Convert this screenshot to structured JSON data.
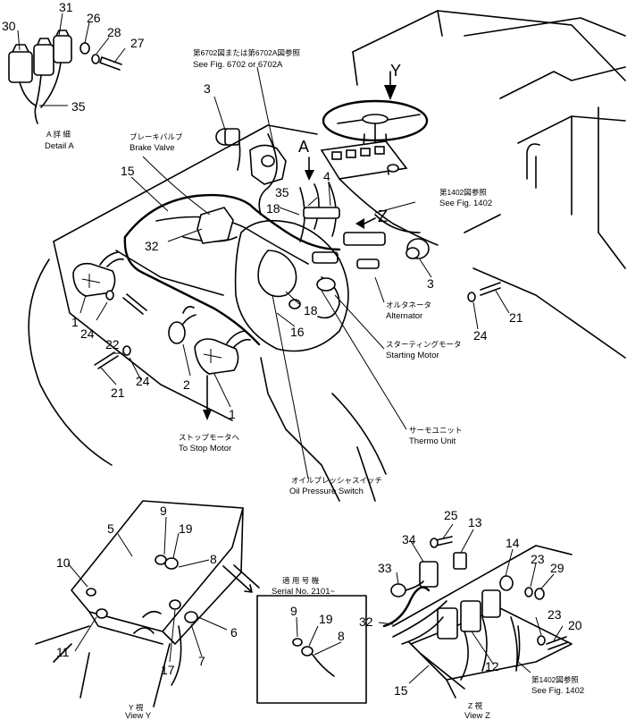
{
  "callouts": {
    "c1": "1",
    "c2": "2",
    "c3": "3",
    "c4": "4",
    "c5": "5",
    "c6": "6",
    "c7": "7",
    "c8": "8",
    "c9": "9",
    "c10": "10",
    "c11": "11",
    "c12": "12",
    "c13": "13",
    "c14": "14",
    "c15": "15",
    "c16": "16",
    "c17": "17",
    "c18": "18",
    "c19": "19",
    "c20": "20",
    "c21": "21",
    "c22": "22",
    "c23": "23",
    "c24": "24",
    "c25": "25",
    "c26": "26",
    "c27": "27",
    "c28": "28",
    "c29": "29",
    "c30": "30",
    "c31": "31",
    "c32": "32",
    "c33": "33",
    "c34": "34",
    "c35": "35"
  },
  "view_letters": {
    "a": "A",
    "y": "Y",
    "z": "Z"
  },
  "detail_a": {
    "jp": "A 詳 細",
    "en": "Detail A"
  },
  "ref_fig_6702": {
    "jp": "第6702図または第6702A図参照",
    "en": "See Fig. 6702 or 6702A"
  },
  "ref_fig_1402_top": {
    "jp": "第1402図参照",
    "en": "See Fig. 1402"
  },
  "ref_fig_1402_bottom": {
    "jp": "第1402図参照",
    "en": "See Fig. 1402"
  },
  "brake_valve": {
    "jp": "ブレーキバルブ",
    "en": "Brake Valve"
  },
  "alternator": {
    "jp": "オルタネータ",
    "en": "Alternator"
  },
  "starting_motor": {
    "jp": "スターティングモータ",
    "en": "Starting Motor"
  },
  "thermo_unit": {
    "jp": "サーモユニット",
    "en": "Thermo Unit"
  },
  "oil_pressure_switch": {
    "jp": "オイルプレッシャスイッチ",
    "en": "Oil Pressure Switch"
  },
  "stop_motor": {
    "jp": "ストップモータへ",
    "en": "To Stop Motor"
  },
  "serial_no": {
    "jp": "適 用 号 機",
    "en": "Serial No. 2101~"
  },
  "view_y": {
    "jp": "Y 視",
    "en": "View Y"
  },
  "view_z": {
    "jp": "Z 視",
    "en": "View Z"
  }
}
